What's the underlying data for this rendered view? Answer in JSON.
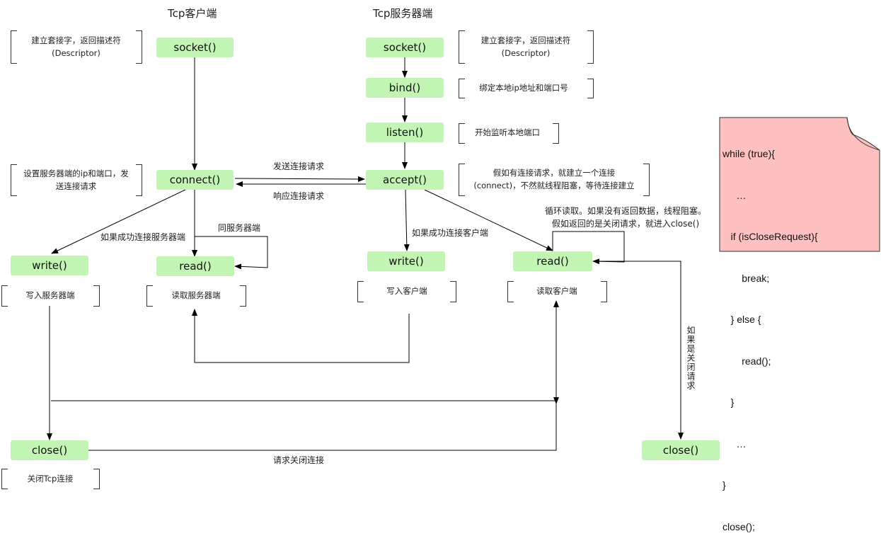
{
  "titles": {
    "client": "Tcp客户端",
    "server": "Tcp服务器端"
  },
  "nodes": {
    "client_socket": "socket()",
    "client_connect": "connect()",
    "client_write": "write()",
    "client_read": "read()",
    "client_close": "close()",
    "server_socket": "socket()",
    "server_bind": "bind()",
    "server_listen": "listen()",
    "server_accept": "accept()",
    "server_write": "write()",
    "server_read": "read()",
    "server_close": "close()"
  },
  "annotations": {
    "client_socket": [
      "建立套接字，返回描述符",
      "(Descriptor)"
    ],
    "client_connect": [
      "设置服务器端的ip和端口，发",
      "送连接请求"
    ],
    "client_write": [
      "写入服务器端"
    ],
    "client_read": [
      "读取服务器端"
    ],
    "client_close": [
      "关闭Tcp连接"
    ],
    "server_socket": [
      "建立套接字，返回描述符",
      "(Descriptor)"
    ],
    "server_bind": [
      "绑定本地ip地址和端口号"
    ],
    "server_listen": [
      "开始监听本地端口"
    ],
    "server_accept": [
      "假如有连接请求，就建立一个连接",
      "(connect)，不然就线程阻塞，等待连接建立"
    ],
    "server_write": [
      "写入客户端"
    ],
    "server_read": [
      "读取客户端"
    ]
  },
  "edge_labels": {
    "send_request": "发送连接请求",
    "respond_request": "响应连接请求",
    "client_connected": "如果成功连接服务器端",
    "client_read_loop": "同服务器端",
    "server_connected": "如果成功连接客户端",
    "server_read_loop": [
      "循环读取。如果没有返回数据，线程阻塞。",
      "假如返回的是关闭请求，就进入close()"
    ],
    "close_request": "请求关闭连接",
    "if_close": "如果是关闭请求"
  },
  "code_note": {
    "lines": [
      "while (true){",
      "     …",
      "   if (isCloseRequest){",
      "       break;",
      "   } else {",
      "       read();",
      "   }",
      "     …",
      "}",
      "close();"
    ]
  },
  "colors": {
    "node_fill": "#c2f5b3",
    "note_fill": "#ffc0c0",
    "note_border": "#333333",
    "line": "#000000"
  }
}
